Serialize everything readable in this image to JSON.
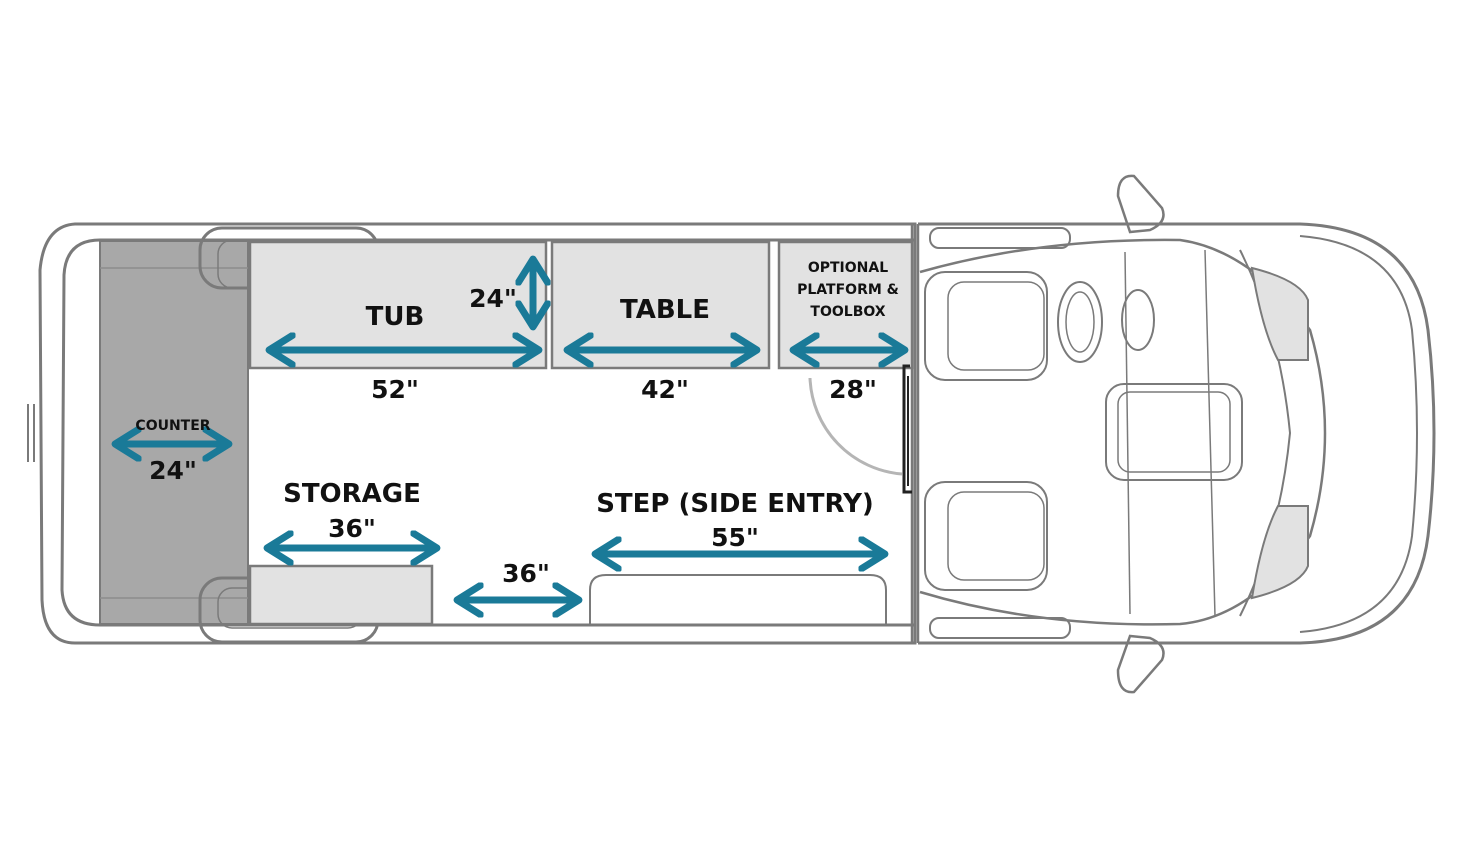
{
  "colors": {
    "arrow": "#1a7a98",
    "outline": "#7a7a7a",
    "zone_fill": "#e2e2e2",
    "counter_fill": "#a8a8a8",
    "door_arc": "#b5b5b5"
  },
  "labels": {
    "counter": "COUNTER",
    "counter_dim": "24\"",
    "tub": "TUB",
    "tub_depth": "24\"",
    "tub_dim": "52\"",
    "table": "TABLE",
    "table_dim": "42\"",
    "optional_line1": "OPTIONAL",
    "optional_line2": "PLATFORM &",
    "optional_line3": "TOOLBOX",
    "optional_dim": "28\"",
    "storage": "STORAGE",
    "storage_dim": "36\"",
    "aisle_dim": "36\"",
    "step": "STEP (SIDE ENTRY)",
    "step_dim": "55\""
  },
  "icons": {
    "dimension_arrow": "double-headed-arrow",
    "vehicle_cab": "van-cab-top-view"
  }
}
